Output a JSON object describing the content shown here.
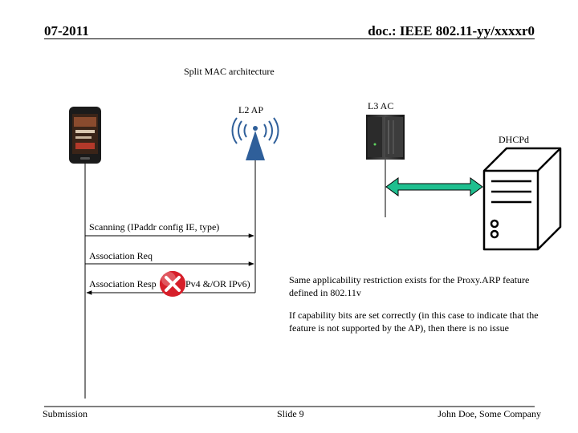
{
  "header": {
    "left": "07-2011",
    "right": "doc.: IEEE 802.11-yy/xxxxr0"
  },
  "diagram": {
    "title": "Split MAC architecture",
    "labels": {
      "l2ap": "L2 AP",
      "l3ac": "L3 AC",
      "dhcpd": "DHCPd"
    },
    "messages": [
      "Scanning (IPaddr config IE, type)",
      "Association Req",
      "Association Resp"
    ],
    "crossed_text": "(IPv4 &/OR IPv6)",
    "notes": [
      "Same applicability restriction exists for the Proxy.ARP feature defined in 802.11v",
      "If capability bits are set correctly (in this case to indicate that the feature is not supported by the AP), then there is no issue"
    ],
    "colors": {
      "link_arrow": "#1fbf8f",
      "error_badge": "#d61f2a"
    }
  },
  "footer": {
    "left": "Submission",
    "center": "Slide 9",
    "right": "John Doe, Some Company"
  }
}
